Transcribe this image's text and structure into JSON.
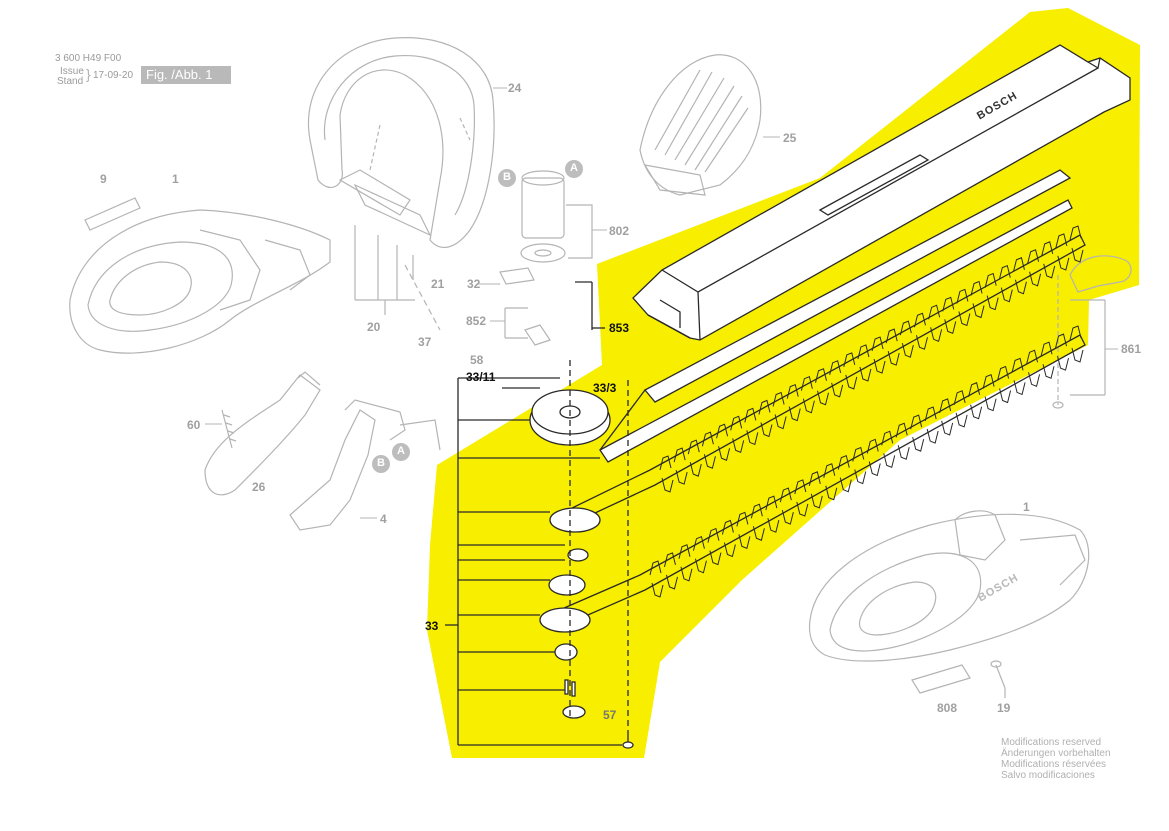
{
  "header": {
    "doc_number": "3 600 H49 F00",
    "issue_label": "Issue",
    "stand_label": "Stand",
    "date": "17-09-20",
    "figure": "Fig. /Abb. 1"
  },
  "brand": "BOSCH",
  "colors": {
    "highlight": "#f7ee00",
    "line_faded": "#a8a8a8",
    "line_dark": "#2a2a2a"
  },
  "callouts": {
    "faded": {
      "p24": "24",
      "p25": "25",
      "p802": "802",
      "p9": "9",
      "p1a": "1",
      "p21": "21",
      "p32": "32",
      "p852": "852",
      "p20": "20",
      "p37": "37",
      "p58": "58",
      "p60": "60",
      "p26": "26",
      "p4": "4",
      "p861": "861",
      "p1b": "1",
      "p808": "808",
      "p19": "19",
      "pA1": "A",
      "pB1": "B",
      "pA2": "A",
      "pB2": "B"
    },
    "highlighted": {
      "p853": "853",
      "p33_11": "33/11",
      "p33_3": "33/3",
      "p33": "33",
      "p57": "57"
    }
  },
  "notes": [
    "Modifications reserved",
    "Änderungen vorbehalten",
    "Modifications réservées",
    "Salvo modificaciones"
  ]
}
